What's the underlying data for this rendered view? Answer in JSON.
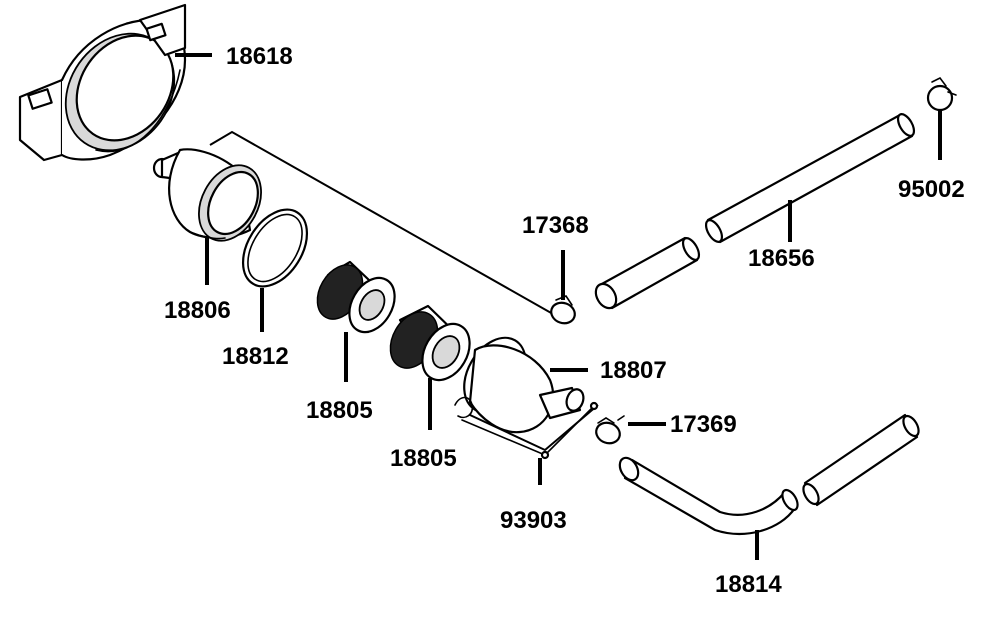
{
  "diagram": {
    "callouts": [
      {
        "id": "clamp",
        "label": "18618"
      },
      {
        "id": "hose-upper-clip",
        "label": "95002"
      },
      {
        "id": "clip-upper",
        "label": "17368"
      },
      {
        "id": "hose-upper",
        "label": "18656"
      },
      {
        "id": "filter-cap",
        "label": "18806"
      },
      {
        "id": "o-ring",
        "label": "18812"
      },
      {
        "id": "element-1",
        "label": "18805"
      },
      {
        "id": "filter-body",
        "label": "18807"
      },
      {
        "id": "clip-lower",
        "label": "17369"
      },
      {
        "id": "element-2",
        "label": "18805"
      },
      {
        "id": "bracket",
        "label": "93903"
      },
      {
        "id": "hose-lower",
        "label": "18814"
      }
    ]
  }
}
